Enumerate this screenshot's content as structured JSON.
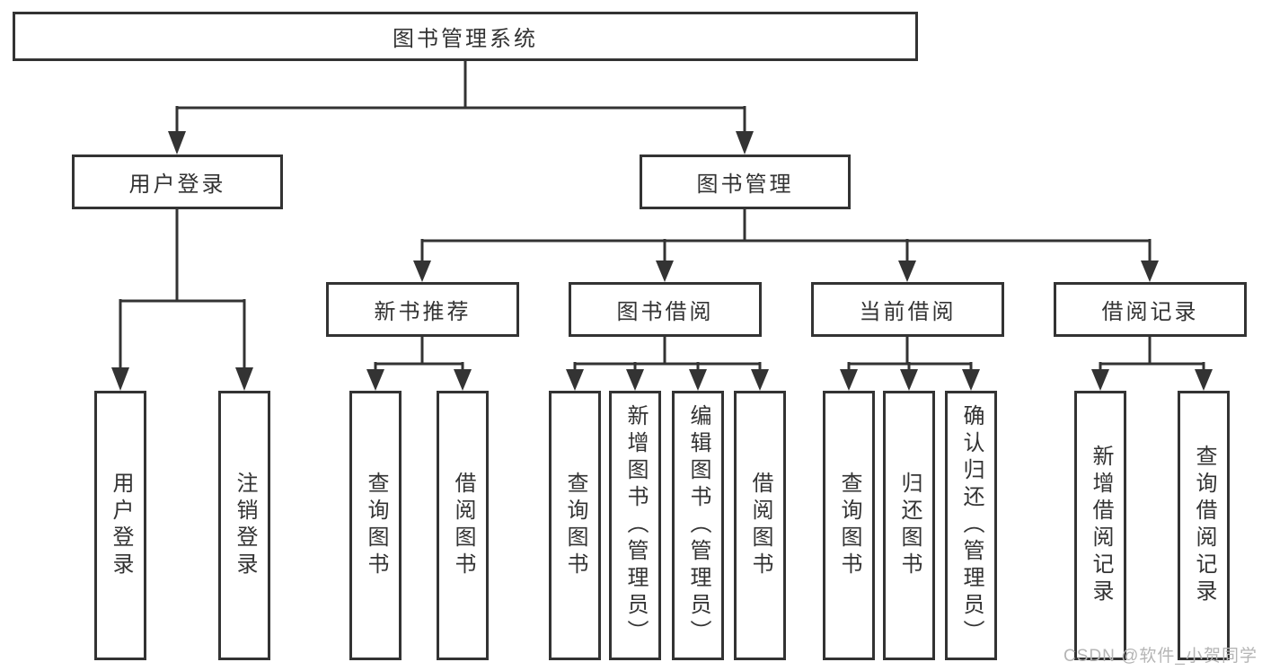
{
  "diagram": {
    "type": "hierarchy",
    "root": {
      "label": "图书管理系统"
    },
    "level2": [
      {
        "label": "用户登录"
      },
      {
        "label": "图书管理"
      }
    ],
    "level3": [
      {
        "label": "新书推荐",
        "parent": "图书管理"
      },
      {
        "label": "图书借阅",
        "parent": "图书管理"
      },
      {
        "label": "当前借阅",
        "parent": "图书管理"
      },
      {
        "label": "借阅记录",
        "parent": "图书管理"
      }
    ],
    "leaves": {
      "user_login": [
        {
          "label": "用户登录"
        },
        {
          "label": "注销登录"
        }
      ],
      "new_books": [
        {
          "label": "查询图书"
        },
        {
          "label": "借阅图书"
        }
      ],
      "book_borrow": [
        {
          "label": "查询图书"
        },
        {
          "label": "新增图书（管理员）"
        },
        {
          "label": "编辑图书（管理员）"
        },
        {
          "label": "借阅图书"
        }
      ],
      "current_borrow": [
        {
          "label": "查询图书"
        },
        {
          "label": "归还图书"
        },
        {
          "label": "确认归还（管理员）"
        }
      ],
      "borrow_records": [
        {
          "label": "新增借阅记录"
        },
        {
          "label": "查询借阅记录"
        }
      ]
    },
    "colors": {
      "line": "#333333",
      "text": "#333333",
      "box_background": "#ffffff",
      "watermark": "#b5b5b5"
    }
  },
  "watermark": {
    "text": "CSDN @软件_小贺同学"
  }
}
